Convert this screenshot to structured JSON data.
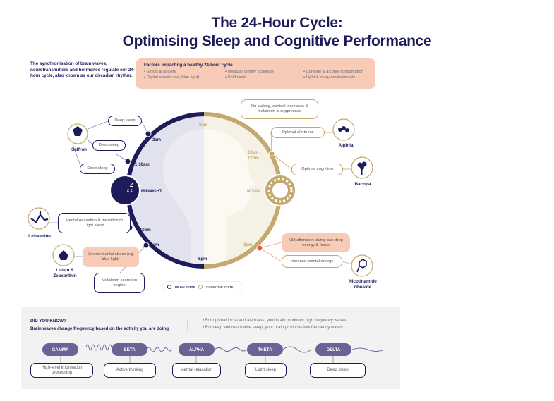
{
  "title": {
    "line1": "The 24-Hour Cycle:",
    "line2": "Optimising Sleep and Cognitive Performance"
  },
  "intro": "The synchronisation of brain waves, neurotransmitters and hormones regulate our 24-hour cycle, also known as our circadian rhythm.",
  "factors": {
    "title": "Factors impacting a healthy 24-hour cycle",
    "items": [
      "Stress & anxiety",
      "Irregular dietary schedule",
      "Caffeine & alcohol consumption",
      "Digital screen use (blue light)",
      "Shift work",
      "Light & noisy environments"
    ]
  },
  "colors": {
    "navy": "#1e1b5a",
    "gold": "#c3a96e",
    "peach": "#f7cbb5",
    "alert": "#e8553a",
    "wave_pill": "#6b6396"
  },
  "clock": {
    "t6am": "6am",
    "t3am": "3am",
    "t130am": "1:30am",
    "midnight": "MIDNIGHT",
    "t10pm": "10pm",
    "t9pm": "9pm",
    "t6pm": "6pm",
    "t10am": "10am-\n12pm",
    "noon": "NOON",
    "t3pm": "3pm"
  },
  "brain": {
    "deep1": "Deep sleep",
    "deep2": "Deep sleep",
    "deep3": "Deep sleep",
    "relax": "Mental relaxation & transition to Light sleep",
    "env": "Environmental stress (eg. blue light)",
    "melatonin": "Melatonin secretion begins"
  },
  "cognitive": {
    "waking": "On waking, cortisol increases & melatonin is suppressed",
    "alertness": "Optimal alertness",
    "cognition": "Optimal cognition",
    "slump": "Mid afternoon slump can drop energy & focus",
    "energy": "Increase mental energy"
  },
  "ingredients": {
    "saffron": "Saffron",
    "ltheanine": "L-theanine",
    "lutein": "Lutein & Zeaxanthin",
    "alpinia": "Alpinia",
    "bacopa": "Bacopa",
    "nr": "Nicotinamide riboside"
  },
  "legend": {
    "brain": "BRAIN STATE",
    "cognitive": "COGNITIVE STATE"
  },
  "did_you_know": {
    "title": "DID YOU KNOW?",
    "subtitle": "Brain waves change frequency based on the activity you are doing",
    "facts": [
      "For optimal focus and alertness, your brain produces high frequency waves",
      "For deep and restorative sleep, your brain produces low frequency waves"
    ]
  },
  "waves": [
    {
      "name": "GAMMA",
      "desc": "High-level information processing"
    },
    {
      "name": "BETA",
      "desc": "Active thinking"
    },
    {
      "name": "ALPHA",
      "desc": "Mental relaxation"
    },
    {
      "name": "THETA",
      "desc": "Light sleep"
    },
    {
      "name": "DELTA",
      "desc": "Deep sleep"
    }
  ]
}
